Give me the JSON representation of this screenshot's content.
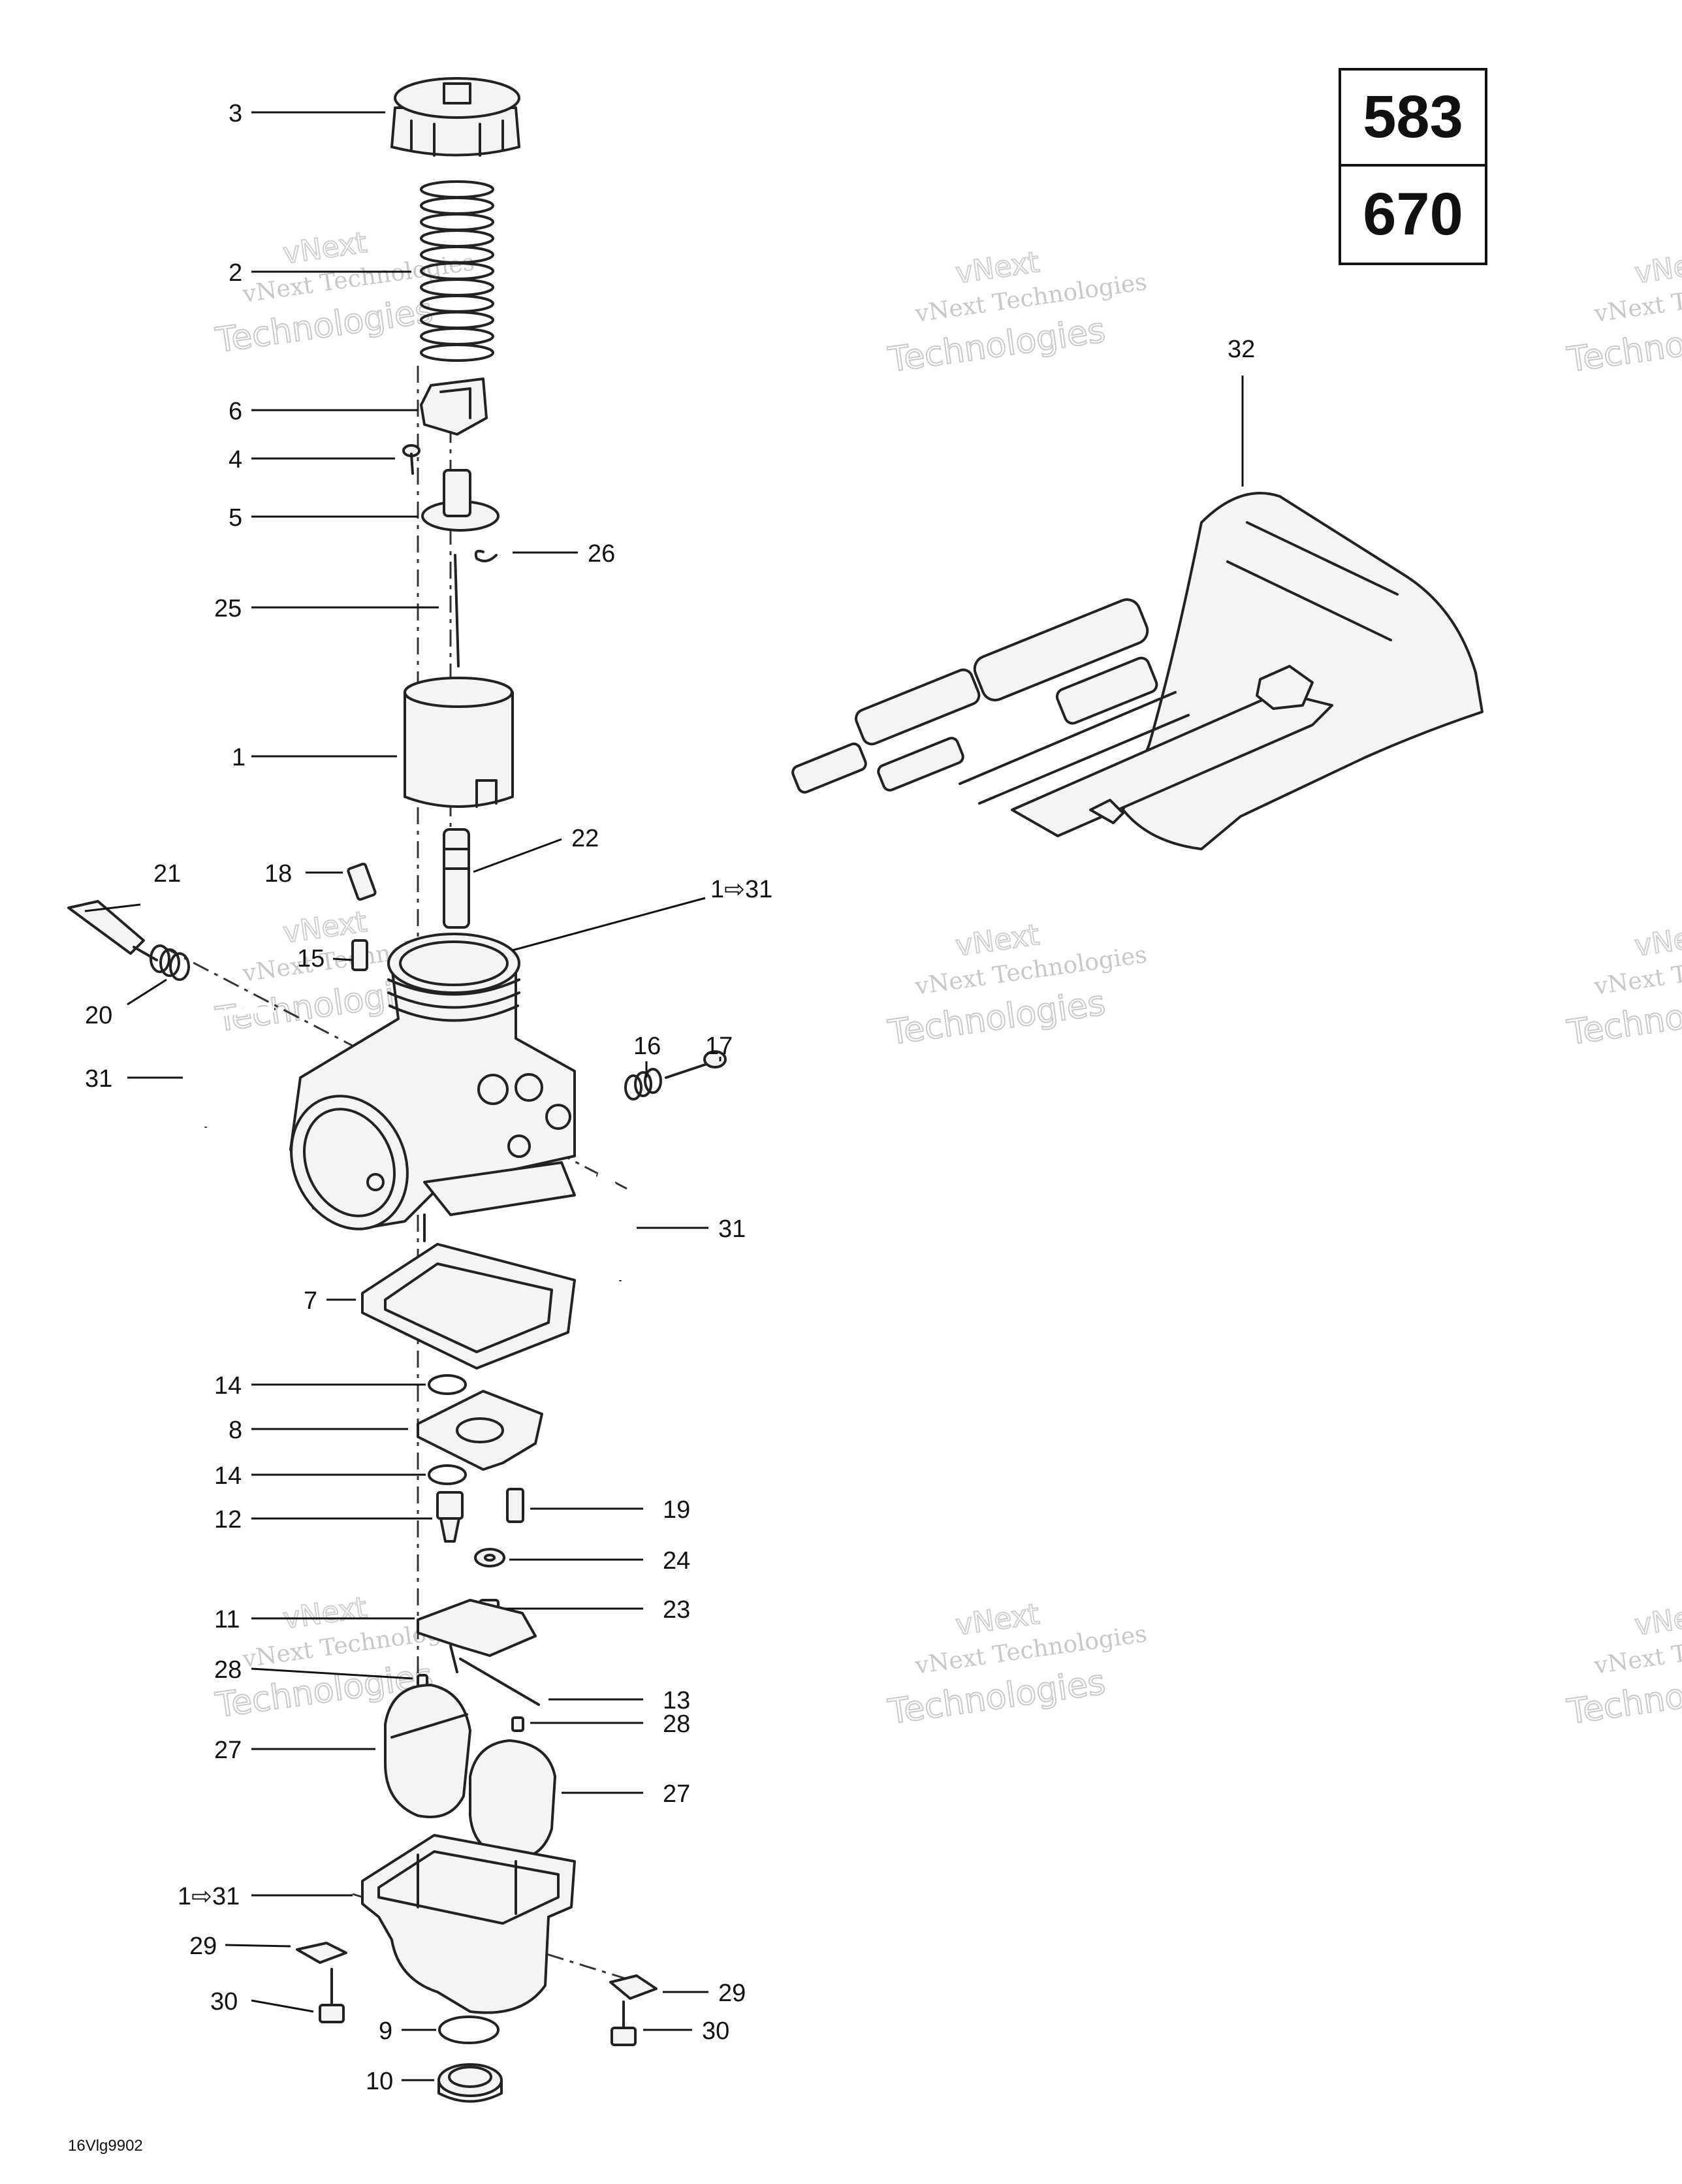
{
  "models": [
    "583",
    "670"
  ],
  "reference_code": "16Vlg9902",
  "watermark": {
    "line0": "vNext",
    "line1": "vNext Technologies",
    "line2": "Technologies"
  },
  "callouts": {
    "c3": "3",
    "c2": "2",
    "c6": "6",
    "c4": "4",
    "c5": "5",
    "c26": "26",
    "c25": "25",
    "c1": "1",
    "c22": "22",
    "c18": "18",
    "c21": "21",
    "c1to31a": "1⇨31",
    "c15": "15",
    "c20": "20",
    "c16": "16",
    "c17": "17",
    "c31a": "31",
    "c31b": "31",
    "c7": "7",
    "c14a": "14",
    "c8": "8",
    "c14b": "14",
    "c19": "19",
    "c12": "12",
    "c24": "24",
    "c11": "11",
    "c23": "23",
    "c28a": "28",
    "c13": "13",
    "c28b": "28",
    "c27a": "27",
    "c27b": "27",
    "c1to31b": "1⇨31",
    "c29a": "29",
    "c29b": "29",
    "c30a": "30",
    "c9": "9",
    "c30b": "30",
    "c10": "10",
    "c32": "32"
  }
}
